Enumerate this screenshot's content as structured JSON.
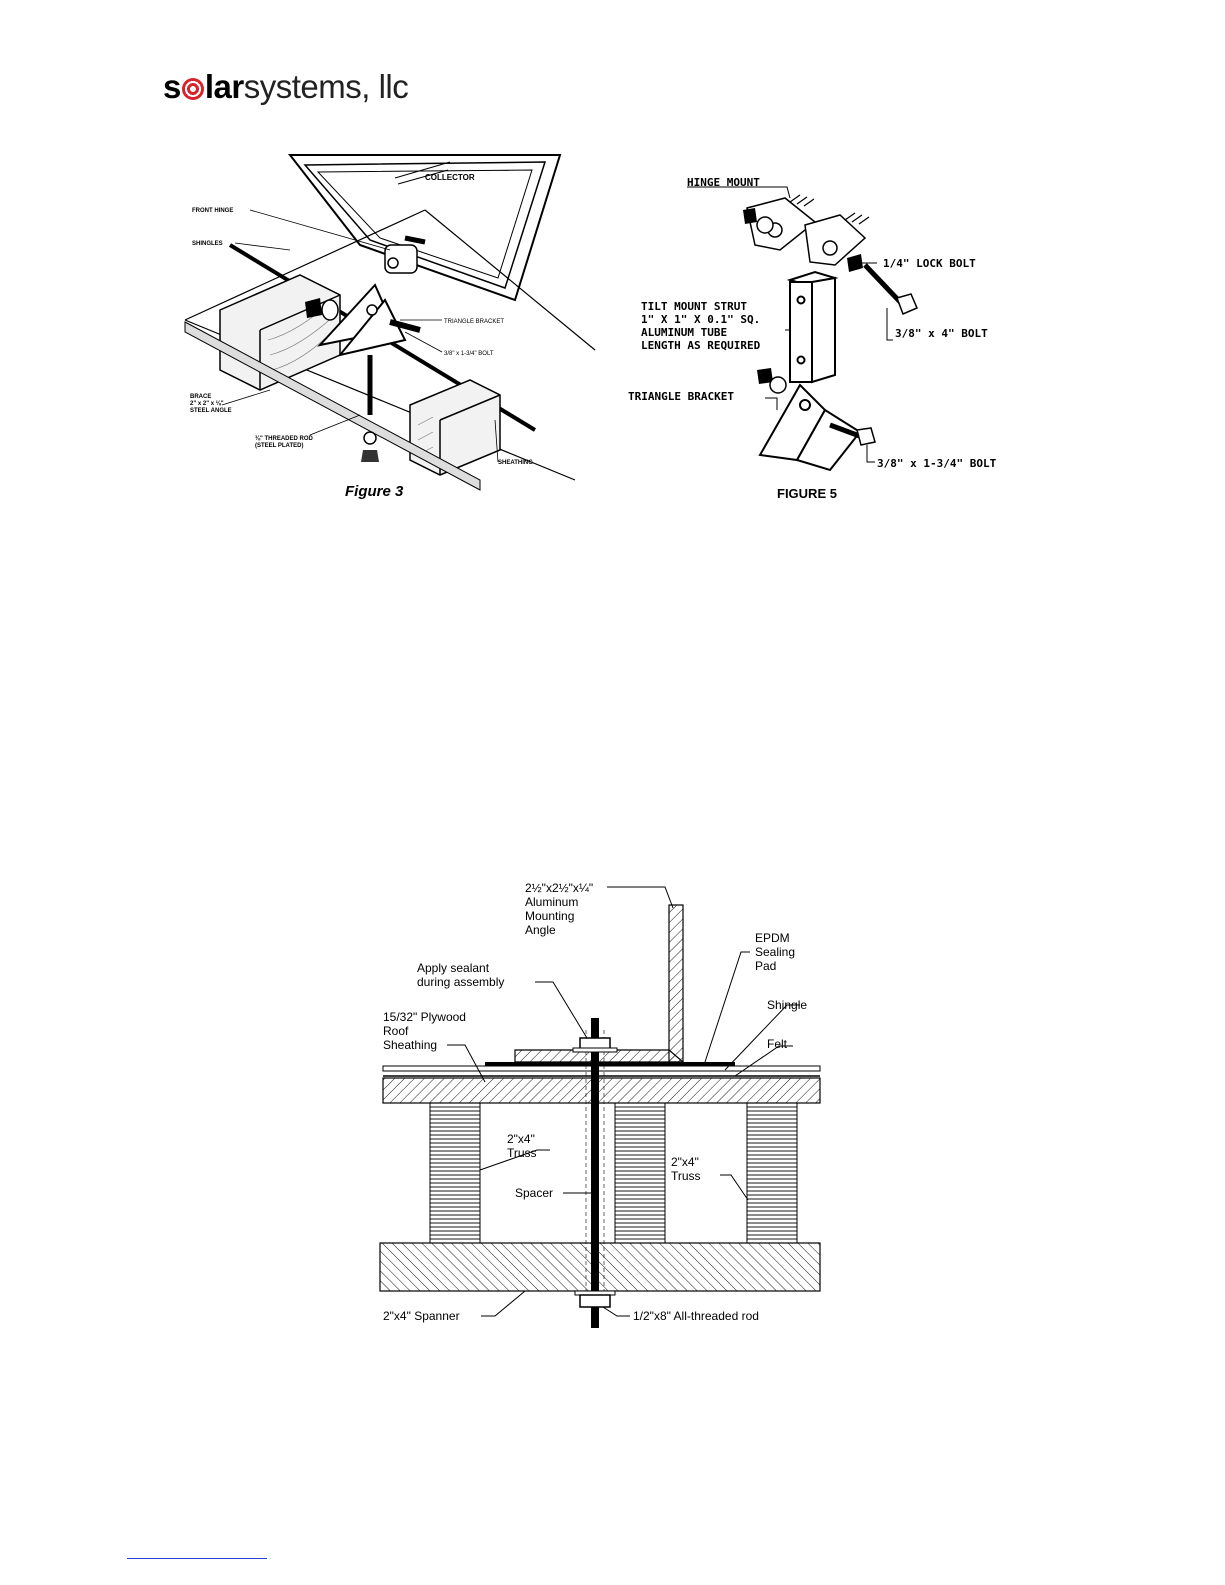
{
  "brand": {
    "bold_part_1": "s",
    "bold_part_2": "lar",
    "light_part": "systems, llc",
    "swirl_color": "#d8232a"
  },
  "figure3": {
    "caption": "Figure 3",
    "labels": {
      "collector": "COLLECTOR",
      "front_hinge": "FRONT HINGE",
      "shingles": "SHINGLES",
      "triangle_bracket": "TRIANGLE BRACKET",
      "bolt": "3/8\" x 1-3/4\" BOLT",
      "brace_1": "BRACE",
      "brace_2": "2\" x 2\" x ⅛\"",
      "brace_3": "STEEL ANGLE",
      "rod_1": "⅜\" THREADED ROD",
      "rod_2": "(STEEL PLATED)",
      "sheathing": "SHEATHING"
    }
  },
  "figure5": {
    "caption": "FIGURE 5",
    "labels": {
      "hinge_mount": "HINGE MOUNT",
      "lock_bolt": "1/4\" LOCK BOLT",
      "strut_1": "TILT MOUNT STRUT",
      "strut_2": "1\" X 1\" X 0.1\" SQ.",
      "strut_3": "ALUMINUM TUBE",
      "strut_4": "LENGTH AS REQUIRED",
      "bolt_long": "3/8\" x 4\" BOLT",
      "triangle_bracket": "TRIANGLE BRACKET",
      "bolt_short": "3/8\" x 1-3/4\" BOLT"
    }
  },
  "figure_section": {
    "labels": {
      "angle_1": "2½\"x2½\"x¼\"",
      "angle_2": "Aluminum",
      "angle_3": "Mounting",
      "angle_4": "Angle",
      "epdm_1": "EPDM",
      "epdm_2": "Sealing",
      "epdm_3": "Pad",
      "sealant_1": "Apply sealant",
      "sealant_2": "during assembly",
      "shingle": "Shingle",
      "plywood_1": "15/32\"  Plywood",
      "plywood_2": "Roof",
      "plywood_3": "Sheathing",
      "felt": "Felt",
      "truss_a_1": "2\"x4\"",
      "truss_a_2": "Truss",
      "truss_b_1": "2\"x4\"",
      "truss_b_2": "Truss",
      "spacer": "Spacer",
      "spanner": "2\"x4\"  Spanner",
      "rod": "1/2\"x8\"  All-threaded rod"
    }
  }
}
